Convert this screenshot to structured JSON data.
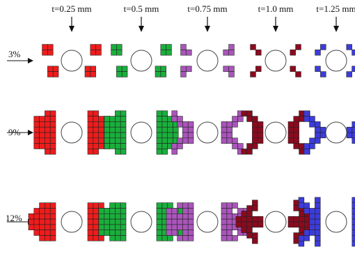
{
  "figure": {
    "columns": [
      {
        "label": "t=0.25 mm",
        "color": "#ee1c1c"
      },
      {
        "label": "t=0.5 mm",
        "color": "#1aaf3c"
      },
      {
        "label": "t=0.75 mm",
        "color": "#aa55bb"
      },
      {
        "label": "t=1.0 mm",
        "color": "#8b0a1e"
      },
      {
        "label": "t=1.25 mm",
        "color": "#3c3cdc"
      }
    ],
    "rows": [
      {
        "label": "3%"
      },
      {
        "label": "9%"
      },
      {
        "label": "12%"
      }
    ]
  }
}
